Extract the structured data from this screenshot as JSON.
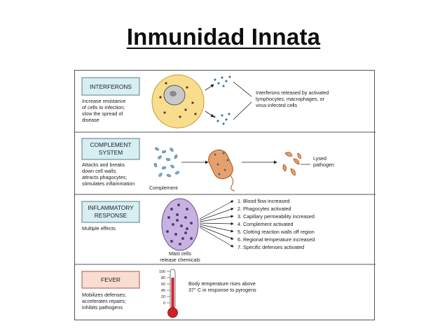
{
  "slide": {
    "title": "Inmunidad Innata"
  },
  "colors": {
    "label_box_fill": "#d7eef2",
    "fever_box_fill": "#f9dcd2",
    "cell_fill": "#f8dd8e",
    "nucleus_fill": "#c9c9c9",
    "bacterium_fill": "#e8a06a",
    "mast_cell_fill": "#c7b3e0",
    "thermometer_red": "#d0202a"
  },
  "panels": [
    {
      "label": "INTERFERONS",
      "desc": [
        "Increase resistance",
        "of cells to infection;",
        "slow the spread of",
        "disease"
      ],
      "note": [
        "Interferons released by activated",
        "lymphocytes, macrophages, or",
        "virus-infected cells"
      ]
    },
    {
      "label": [
        "COMPLEMENT",
        "SYSTEM"
      ],
      "desc": [
        "Attacks and breaks",
        "down cell walls;",
        "attracts phagocytes;",
        "stimulates inflammation"
      ],
      "complement_label": "Complement",
      "lysed_label": [
        "Lysed",
        "pathogen"
      ]
    },
    {
      "label": [
        "INFLAMMATORY",
        "RESPONSE"
      ],
      "desc": [
        "Multiple effects"
      ],
      "mast_label": [
        "Mast cells",
        "release chemicals"
      ],
      "effects": [
        "1. Blood flow increased",
        "2. Phagocytes activated",
        "3. Capillary permeability increased",
        "4. Complement activated",
        "5. Clotting reaction walls off region",
        "6. Regional temperature increased",
        "7. Specific defenses activated"
      ]
    },
    {
      "label": "FEVER",
      "desc": [
        "Mobilizes defenses;",
        "accelerates repairs;",
        "inhibits pathogens"
      ],
      "note": [
        "Body temperature rises above",
        "37° C in response to pyrogens"
      ],
      "scale": [
        "100",
        "80",
        "60",
        "40",
        "20",
        "0"
      ]
    }
  ]
}
